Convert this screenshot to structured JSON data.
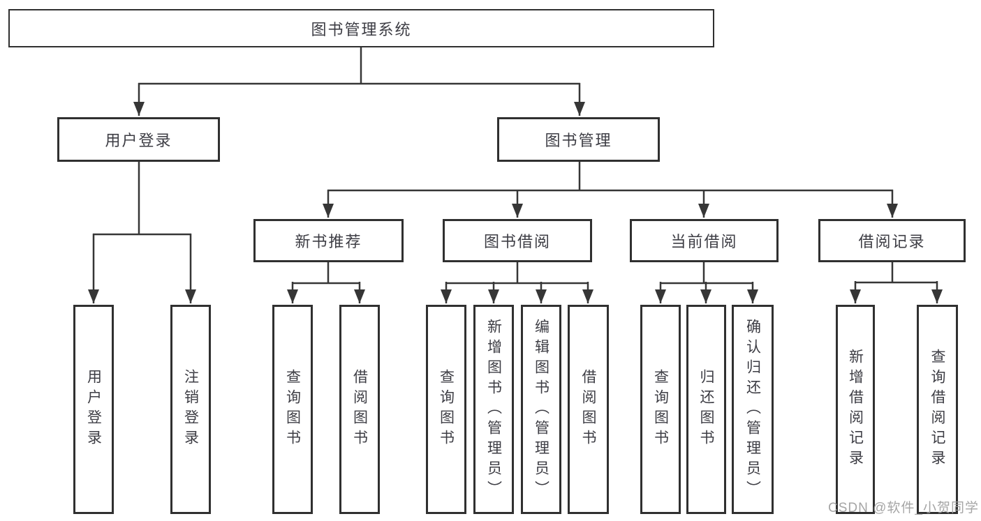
{
  "diagram_title": "图书管理系统",
  "tree": {
    "label": "图书管理系统",
    "children": [
      {
        "label": "用户登录",
        "children": [
          {
            "label": "用户登录"
          },
          {
            "label": "注销登录"
          }
        ]
      },
      {
        "label": "图书管理",
        "children": [
          {
            "label": "新书推荐",
            "children": [
              {
                "label": "查询图书"
              },
              {
                "label": "借阅图书"
              }
            ]
          },
          {
            "label": "图书借阅",
            "children": [
              {
                "label": "查询图书"
              },
              {
                "label": "新增图书（管理员）"
              },
              {
                "label": "编辑图书（管理员）"
              },
              {
                "label": "借阅图书"
              }
            ]
          },
          {
            "label": "当前借阅",
            "children": [
              {
                "label": "查询图书"
              },
              {
                "label": "归还图书"
              },
              {
                "label": "确认归还（管理员）"
              }
            ]
          },
          {
            "label": "借阅记录",
            "children": [
              {
                "label": "新增借阅记录"
              },
              {
                "label": "查询借阅记录"
              }
            ]
          }
        ]
      }
    ]
  },
  "watermark": {
    "text": "CSDN @软件_小贺同学"
  },
  "colors": {
    "line": "#363636",
    "box_border": "#303030",
    "text": "#3d3d44",
    "watermark": "#9c9c9c",
    "background": "#ffffff"
  }
}
